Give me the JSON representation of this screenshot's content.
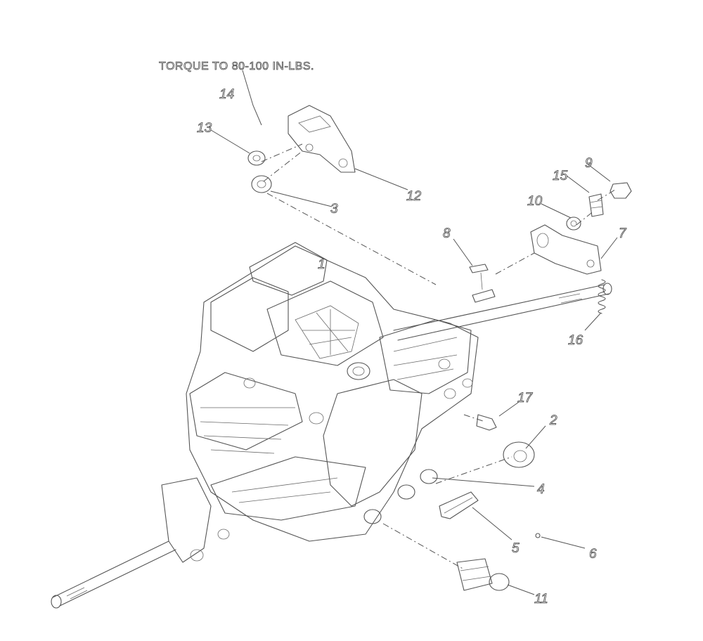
{
  "torque_note": "TORQUE TO 80-100 IN-LBS.",
  "callouts": {
    "c1": "1",
    "c2": "2",
    "c3": "3",
    "c4": "4",
    "c5": "5",
    "c6": "6",
    "c7": "7",
    "c8": "8",
    "c9": "9",
    "c10": "10",
    "c11": "11",
    "c12": "12",
    "c13": "13",
    "c14": "14",
    "c15": "15",
    "c16": "16",
    "c17": "17"
  }
}
